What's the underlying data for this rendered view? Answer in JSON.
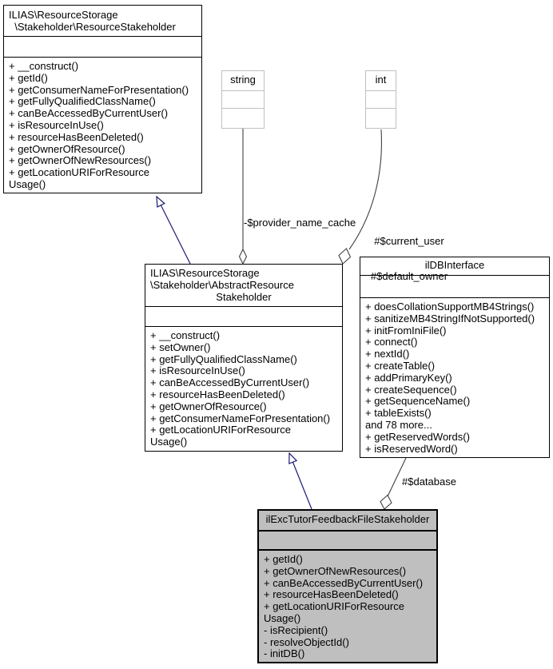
{
  "diagram": {
    "background": "#ffffff",
    "colors": {
      "inheritance_edge": "#191970",
      "aggregation_edge": "#404040",
      "class_border": "#000000",
      "type_border": "#c0c0c0",
      "focus_fill": "#bfbfbf",
      "class_fill": "#ffffff"
    }
  },
  "classes": {
    "resource_stakeholder": {
      "title_line1": "ILIAS\\ResourceStorage",
      "title_line2": "  \\Stakeholder\\ResourceStakeholder",
      "method_lines": [
        "+ __construct()",
        "+ getId()",
        "+ getConsumerNameForPresentation()",
        "+ getFullyQualifiedClassName()",
        "+ canBeAccessedByCurrentUser()",
        "+ isResourceInUse()",
        "+ resourceHasBeenDeleted()",
        "+ getOwnerOfResource()",
        "+ getOwnerOfNewResources()",
        "+ getLocationURIForResource",
        "Usage()"
      ]
    },
    "string_type": {
      "title": "string"
    },
    "int_type": {
      "title": "int"
    },
    "abstract_resource_stakeholder": {
      "title_line1": "ILIAS\\ResourceStorage",
      "title_line2": "\\Stakeholder\\AbstractResource",
      "title_line3": "Stakeholder",
      "method_lines": [
        "+ __construct()",
        "+ setOwner()",
        "+ getFullyQualifiedClassName()",
        "+ isResourceInUse()",
        "+ canBeAccessedByCurrentUser()",
        "+ resourceHasBeenDeleted()",
        "+ getOwnerOfResource()",
        "+ getConsumerNameForPresentation()",
        "+ getLocationURIForResource",
        "Usage()"
      ]
    },
    "ildb_interface": {
      "title": "ilDBInterface",
      "method_lines": [
        "+ doesCollationSupportMB4Strings()",
        "+ sanitizeMB4StringIfNotSupported()",
        "+ initFromIniFile()",
        "+ connect()",
        "+ nextId()",
        "+ createTable()",
        "+ addPrimaryKey()",
        "+ createSequence()",
        "+ getSequenceName()",
        "+ tableExists()",
        "and 78 more...",
        "+ getReservedWords()",
        "+ isReservedWord()"
      ]
    },
    "feedback_file_stakeholder": {
      "title": "ilExcTutorFeedbackFileStakeholder",
      "method_lines": [
        "+ getId()",
        "+ getOwnerOfNewResources()",
        "+ canBeAccessedByCurrentUser()",
        "+ resourceHasBeenDeleted()",
        "+ getLocationURIForResource",
        "Usage()",
        "- isRecipient()",
        "- resolveObjectId()",
        "- initDB()"
      ]
    }
  },
  "edges": {
    "provider_name_cache_label": "-$provider_name_cache",
    "current_user_label": "#$current_user",
    "default_owner_label": "#$default_owner",
    "database_label": "#$database"
  }
}
